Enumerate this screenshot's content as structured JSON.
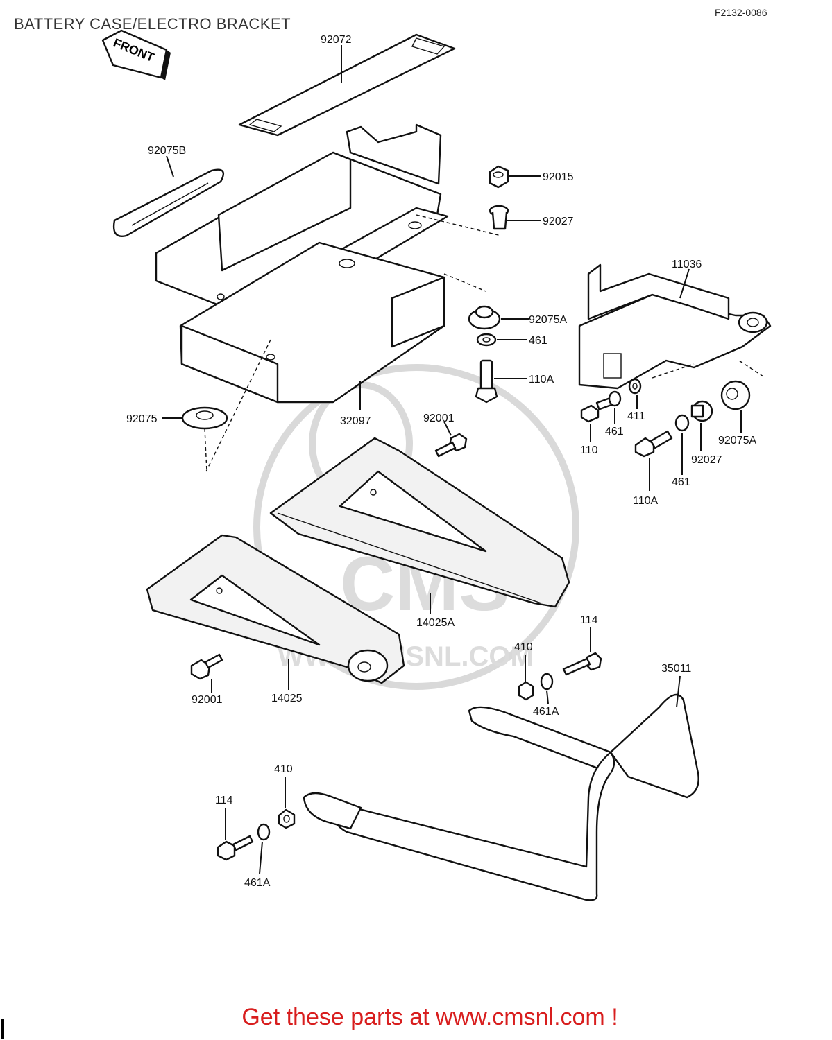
{
  "header": {
    "title": "BATTERY CASE/ELECTRO BRACKET",
    "code": "F2132-0086"
  },
  "front_arrow": {
    "text": "FRONT"
  },
  "watermark": {
    "logo": "CMS",
    "url": "WWW.CMSNL.COM"
  },
  "parts": {
    "strap": "92072",
    "cover_b": "92075B",
    "nut_top": "92015",
    "collar_top": "92027",
    "bracket_right": "11036",
    "grommet_a_mid": "92075A",
    "washer_mid": "461",
    "bolt_mid": "110A",
    "grommet_left": "92075",
    "battery_case": "32097",
    "bolt_92001_upper": "92001",
    "bolt_110": "110",
    "washer_461_r1": "461",
    "washer_411": "411",
    "grommet_a_right": "92075A",
    "collar_right": "92027",
    "washer_461_r2": "461",
    "bolt_110a_right": "110A",
    "bracket_14025a": "14025A",
    "bracket_14025": "14025",
    "bolt_92001_lower": "92001",
    "bolt_114_right": "114",
    "nut_410_right": "410",
    "washer_461a_right": "461A",
    "stay_35011": "35011",
    "nut_410_left": "410",
    "bolt_114_left": "114",
    "washer_461a_left": "461A"
  },
  "promo": {
    "text": "Get these parts at www.cmsnl.com !"
  }
}
